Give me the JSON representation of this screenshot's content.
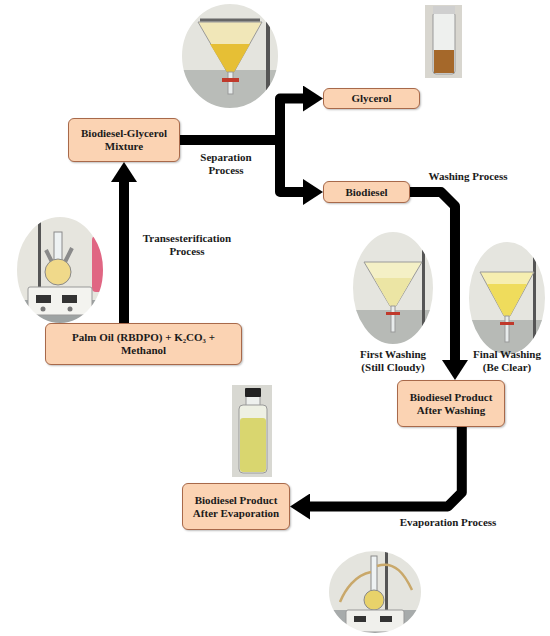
{
  "diagram": {
    "nodes": [
      {
        "text": [
          "Biodiesel-Glycerol Mixture"
        ]
      },
      {
        "text": [
          "Glycerol"
        ]
      },
      {
        "text": [
          "Biodiesel"
        ]
      },
      {
        "text": [
          "Palm Oil (RBDPO) + K₂CO₃ + Methanol"
        ]
      },
      {
        "text": [
          "Biodiesel Product After Washing"
        ]
      },
      {
        "text": [
          "Biodiesel Product After Evaporation"
        ]
      }
    ],
    "edges": [
      {
        "from": 3,
        "to": 0,
        "arrow": "to",
        "label": "Transesterification Process"
      },
      {
        "from": 0,
        "to": 1,
        "arrow": "to",
        "label": "Separation Process"
      },
      {
        "from": 0,
        "to": 2,
        "arrow": "to"
      },
      {
        "from": 2,
        "to": 4,
        "arrow": "to",
        "label": "Washing Process"
      },
      {
        "from": 4,
        "to": 5,
        "arrow": "to",
        "label": "Evaporation Process"
      }
    ],
    "labels": [
      "First Washing (Still Cloudy)",
      "Final Washing (Be Clear)"
    ]
  }
}
